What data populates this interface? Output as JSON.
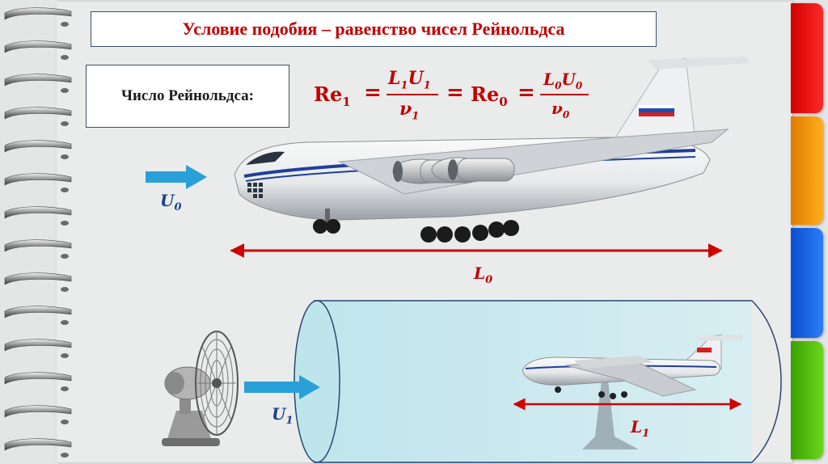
{
  "title": "Условие подобия – равенство чисел Рейнольдса",
  "reynolds_label": "Число Рейнольдса:",
  "formula": {
    "re1": "Re",
    "re1_sub": "1",
    "frac1_num": "L",
    "frac1_num_sub1": "1",
    "frac1_num_u": "U",
    "frac1_num_sub2": "1",
    "frac1_den": "ν",
    "frac1_den_sub": "1",
    "re0": "Re",
    "re0_sub": "0",
    "frac2_num": "L",
    "frac2_num_sub1": "0",
    "frac2_num_u": "U",
    "frac2_num_sub2": "0",
    "frac2_den": "ν",
    "frac2_den_sub": "0",
    "eq": "="
  },
  "labels": {
    "u0": "U",
    "u0_sub": "0",
    "l0": "L",
    "l0_sub": "0",
    "u1": "U",
    "u1_sub": "1",
    "l1": "L",
    "l1_sub": "1"
  },
  "colors": {
    "accent_red": "#c00000",
    "flow_blue": "#2aa0d8",
    "label_blue": "#1e3f8f",
    "tab_red": "#e60000",
    "tab_orange": "#f59a0a",
    "tab_blue": "#1565e6",
    "tab_green": "#52c00e"
  },
  "icons": [
    "spiral-binding-icon",
    "airplane-icon",
    "fan-icon",
    "wind-tunnel-icon",
    "flow-arrow-icon"
  ]
}
